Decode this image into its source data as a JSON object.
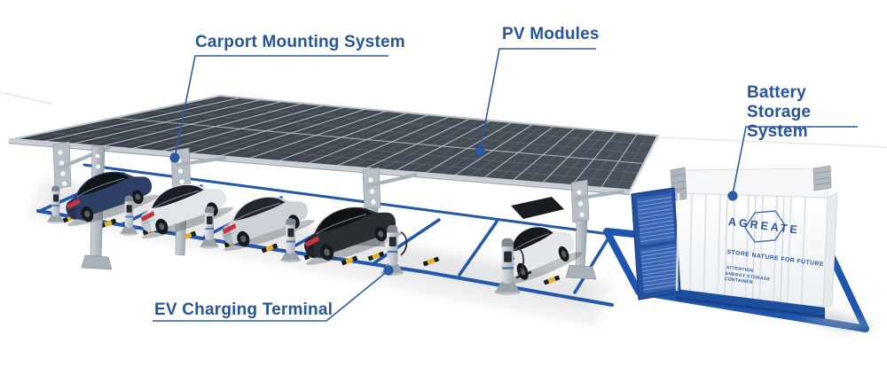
{
  "annotations": {
    "carport_mounting_system": "Carport Mounting System",
    "pv_modules": "PV Modules",
    "battery_storage_system": "Battery Storage System",
    "ev_charging_terminal": "EV Charging Terminal"
  },
  "battery_container": {
    "brand": "AGREATE",
    "slogan": "STORE NATURE FOR FUTURE",
    "info_lines": [
      "ATTENTION",
      "ENERGY STORAGE",
      "CONTAINER"
    ]
  },
  "colors": {
    "annotation_text": "#27549B",
    "leader_line": "#2E5AA6",
    "parking_line": "#2456AA",
    "container_accent": "#2B55A8",
    "pv_panel_dark": "#3E444C",
    "structure_gray": "#B8BFC7",
    "wheel_stop_yellow": "#E6B31E"
  }
}
